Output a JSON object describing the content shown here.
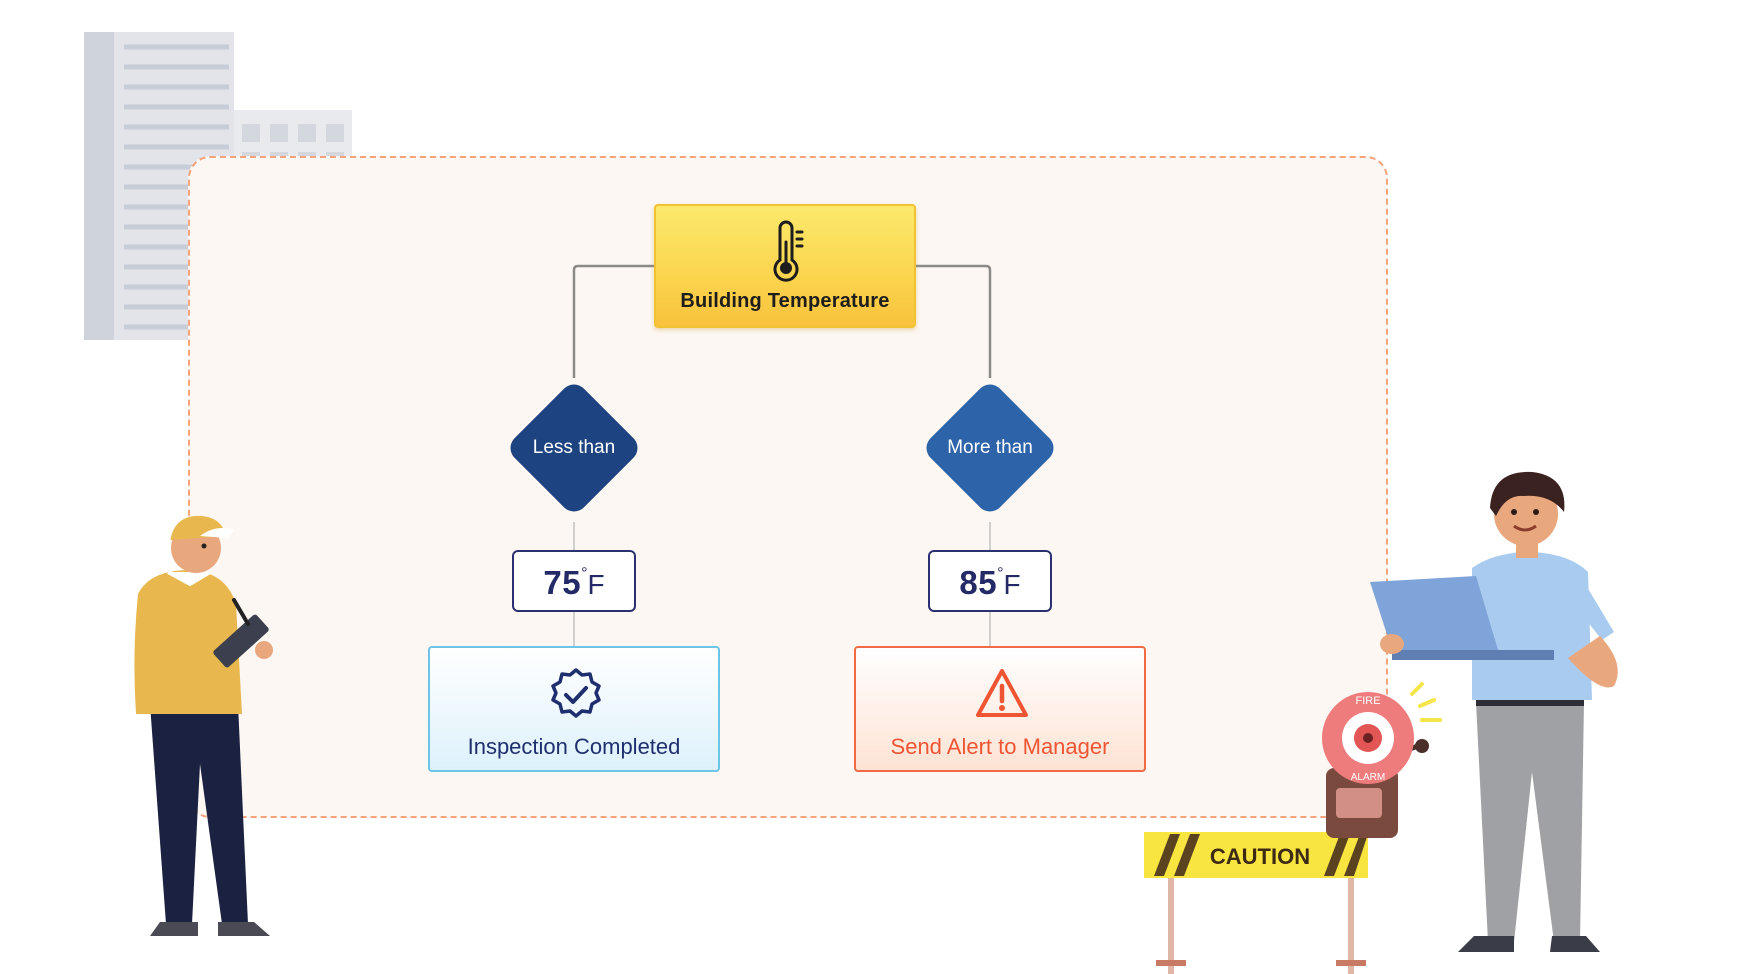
{
  "diagram": {
    "root": {
      "label": "Building Temperature",
      "icon": "thermometer-icon"
    },
    "branches": [
      {
        "condition": "Less than",
        "threshold_value": "75",
        "threshold_unit": "F",
        "degree_symbol": "°",
        "result": {
          "label": "Inspection Completed",
          "icon": "verified-badge-icon"
        }
      },
      {
        "condition": "More than",
        "threshold_value": "85",
        "threshold_unit": "F",
        "degree_symbol": "°",
        "result": {
          "label": "Send Alert to Manager",
          "icon": "warning-triangle-icon"
        }
      }
    ]
  },
  "illustrations": {
    "caution_sign": "CAUTION",
    "fire_alarm_top": "FIRE",
    "fire_alarm_bottom": "ALARM"
  },
  "colors": {
    "root_fill": "#fbd44e",
    "diamond_left": "#1d4480",
    "diamond_right": "#2d63a8",
    "ok_border": "#6cc4e6",
    "alert_border": "#ef6a45",
    "frame_dash": "#f5a37a"
  }
}
